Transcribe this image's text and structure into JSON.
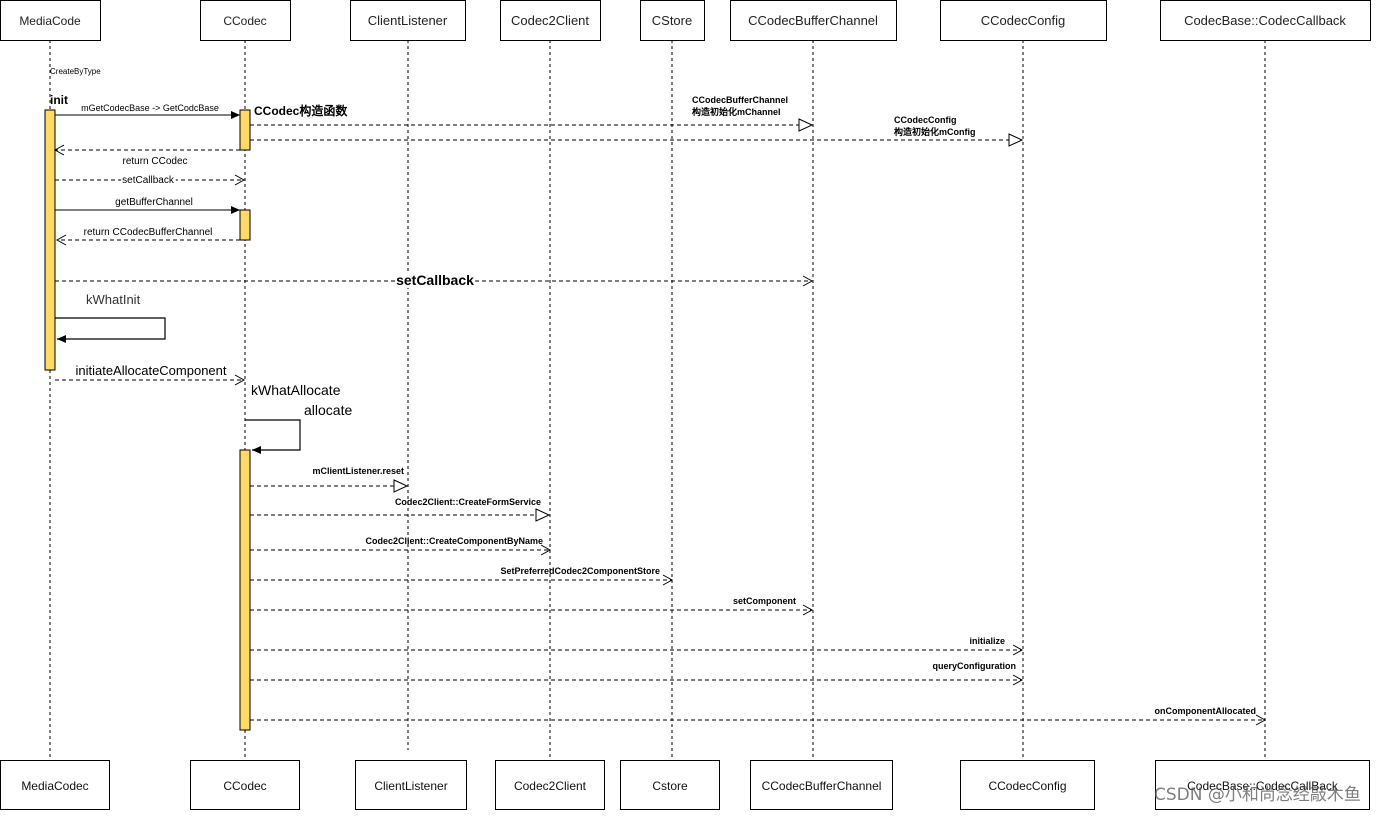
{
  "participants_top": [
    {
      "label": "MediaCode",
      "mono": false
    },
    {
      "label": "CCodec",
      "mono": false
    },
    {
      "label": "ClientListener",
      "mono": true
    },
    {
      "label": "Codec2Client",
      "mono": true
    },
    {
      "label": "CStore",
      "mono": true
    },
    {
      "label": "CCodecBufferChannel",
      "mono": true
    },
    {
      "label": "CCodecConfig",
      "mono": true
    },
    {
      "label": "CodecBase::CodecCallback",
      "mono": true
    }
  ],
  "participants_bottom": [
    {
      "label": "MediaCodec"
    },
    {
      "label": "CCodec"
    },
    {
      "label": "ClientListener"
    },
    {
      "label": "Codec2Client"
    },
    {
      "label": "Cstore"
    },
    {
      "label": "CCodecBufferChannel"
    },
    {
      "label": "CCodecConfig"
    },
    {
      "label": "CodecBase::CodecCallBack"
    }
  ],
  "notes": [
    {
      "text": "CreateByType"
    },
    {
      "text": "init"
    },
    {
      "text": "CCodec构造函数"
    },
    {
      "text": "kWhatInit"
    },
    {
      "text": "kWhatAllocate"
    },
    {
      "text": "allocate"
    }
  ],
  "messages": [
    {
      "label": "mGetCodecBase -> GetCodcBase",
      "style": "sync"
    },
    {
      "label": "CCodecBufferChannel\n构造初始化mChannel",
      "style": "create"
    },
    {
      "label": "CCodecConfig\n构造初始化mConfig",
      "style": "create"
    },
    {
      "label": "return CCodec",
      "style": "return"
    },
    {
      "label": "setCallback",
      "style": "async"
    },
    {
      "label": "getBufferChannel",
      "style": "sync"
    },
    {
      "label": "return  CCodecBufferChannel",
      "style": "return"
    },
    {
      "label": "setCallback",
      "style": "async"
    },
    {
      "label": "initiateAllocateComponent",
      "style": "async"
    },
    {
      "label": "mClientListener.reset",
      "style": "create"
    },
    {
      "label": "Codec2Client::CreateFormService",
      "style": "create"
    },
    {
      "label": "Codec2Client::CreateComponentByName",
      "style": "async"
    },
    {
      "label": "SetPreferredCodec2ComponentStore",
      "style": "async"
    },
    {
      "label": "setComponent",
      "style": "async"
    },
    {
      "label": "initialize",
      "style": "async"
    },
    {
      "label": "queryConfiguration",
      "style": "async"
    },
    {
      "label": "onComponentAllocated",
      "style": "async"
    }
  ],
  "watermark": "CSDN @小和尚念经敲木鱼",
  "colors": {
    "activation_fill": "#FFD966",
    "line": "#000000",
    "lifeline": "#000000",
    "box_fill": "#ffffff"
  }
}
